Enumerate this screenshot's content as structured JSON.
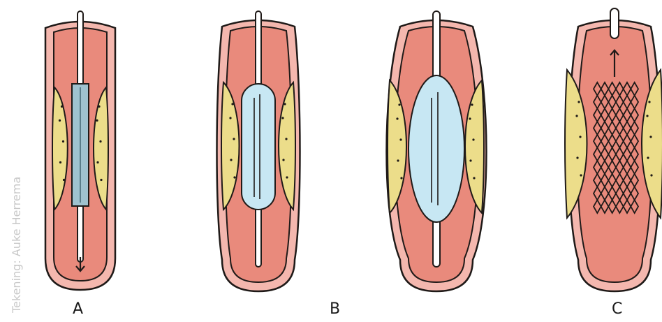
{
  "credit": "Tekening: Auke Herrema",
  "labels": {
    "a": "A",
    "b": "B",
    "c": "C"
  },
  "colors": {
    "lumen": "#e98a7c",
    "vessel_wall": "#f4b7ae",
    "plaque": "#ecdd8a",
    "balloon": "#c7e7f3",
    "balloon_collapsed": "#9fc2cf",
    "catheter": "#ffffff",
    "outline": "#1f1a18"
  },
  "panels": [
    {
      "id": "a",
      "elements": [
        "vessel",
        "plaque",
        "catheter",
        "collapsed-balloon",
        "down-arrow"
      ]
    },
    {
      "id": "b1",
      "elements": [
        "vessel",
        "plaque",
        "catheter",
        "inflating-balloon"
      ]
    },
    {
      "id": "b2",
      "elements": [
        "vessel",
        "plaque",
        "catheter",
        "inflated-balloon"
      ]
    },
    {
      "id": "c",
      "elements": [
        "vessel",
        "plaque",
        "catheter",
        "stent",
        "up-arrow"
      ]
    }
  ]
}
